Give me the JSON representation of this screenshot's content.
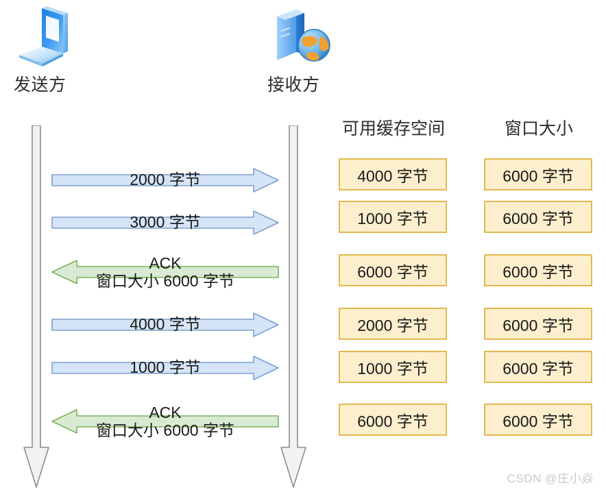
{
  "diagram": {
    "title": "TCP flow control sequence",
    "sender": {
      "label": "发送方",
      "icon": "laptop-icon"
    },
    "receiver": {
      "label": "接收方",
      "icon": "server-globe-icon"
    },
    "lifeline_icon": "down-arrow-icon"
  },
  "messages": [
    {
      "id": "seg1",
      "direction": "right",
      "kind": "data",
      "text": "2000 字节",
      "color": "#d6e4f7"
    },
    {
      "id": "seg2",
      "direction": "right",
      "kind": "data",
      "text": "3000 字节",
      "color": "#d6e4f7"
    },
    {
      "id": "ack1",
      "direction": "left",
      "kind": "ack",
      "line1": "ACK",
      "line2": "窗口大小 6000 字节",
      "color": "#d9ead3"
    },
    {
      "id": "seg3",
      "direction": "right",
      "kind": "data",
      "text": "4000 字节",
      "color": "#d6e4f7"
    },
    {
      "id": "seg4",
      "direction": "right",
      "kind": "data",
      "text": "1000 字节",
      "color": "#d6e4f7"
    },
    {
      "id": "ack2",
      "direction": "left",
      "kind": "ack",
      "line1": "ACK",
      "line2": "窗口大小 6000 字节",
      "color": "#d9ead3"
    }
  ],
  "table": {
    "headers": [
      "可用缓存空间",
      "窗口大小"
    ],
    "rows": [
      {
        "buffer": "4000 字节",
        "window": "6000 字节"
      },
      {
        "buffer": "1000 字节",
        "window": "6000 字节"
      },
      {
        "buffer": "6000 字节",
        "window": "6000 字节"
      },
      {
        "buffer": "2000 字节",
        "window": "6000 字节"
      },
      {
        "buffer": "1000 字节",
        "window": "6000 字节"
      },
      {
        "buffer": "6000 字节",
        "window": "6000 字节"
      }
    ]
  },
  "watermark": {
    "text": "CSDN @庄小焱"
  },
  "colors": {
    "data_arrow_fill": "#d6e4f7",
    "data_arrow_stroke": "#7ba0d0",
    "ack_arrow_fill": "#d9ead3",
    "ack_arrow_stroke": "#7ab55c",
    "box_fill": "#fdefcd",
    "box_stroke": "#e3b84f",
    "lifeline_fill": "#f2f2f2",
    "lifeline_stroke": "#8c8c8c",
    "text": "#1a1a1a",
    "watermark": "#c9c9c9"
  }
}
